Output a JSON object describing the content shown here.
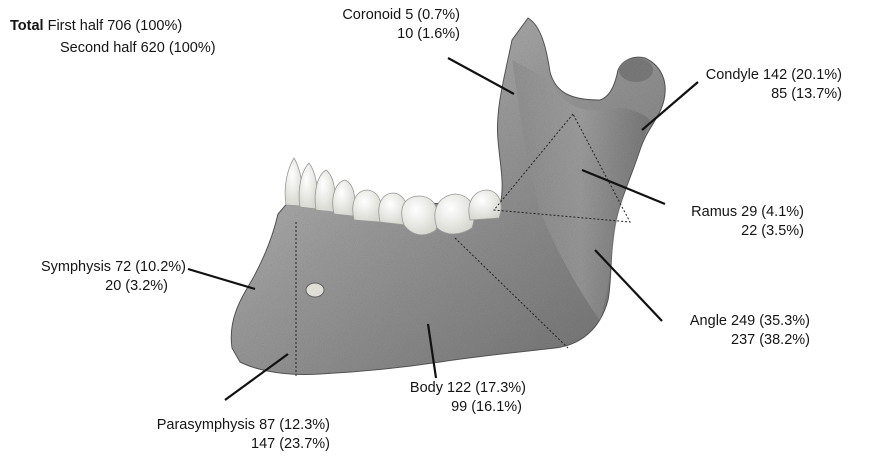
{
  "total": {
    "label": "Total",
    "first_half": "First half 706 (100%)",
    "second_half": "Second half 620 (100%)"
  },
  "regions": {
    "coronoid": {
      "line1": "Coronoid 5 (0.7%)",
      "line2": "10 (1.6%)"
    },
    "condyle": {
      "line1": "Condyle 142 (20.1%)",
      "line2": "85 (13.7%)"
    },
    "ramus": {
      "line1": "Ramus 29 (4.1%)",
      "line2": "22 (3.5%)"
    },
    "symphysis": {
      "line1": "Symphysis 72 (10.2%)",
      "line2": "20 (3.2%)"
    },
    "angle": {
      "line1": "Angle 249 (35.3%)",
      "line2": "237 (38.2%)"
    },
    "body": {
      "line1": "Body 122 (17.3%)",
      "line2": "99 (16.1%)"
    },
    "parasymphysis": {
      "line1": "Parasymphysis 87 (12.3%)",
      "line2": "147 (23.7%)"
    }
  },
  "colors": {
    "bone_light": "#b9b9b9",
    "bone_mid": "#8f8f8f",
    "bone_dark": "#5a5a5a",
    "teeth": "#f2f2ee",
    "leader_line": "#111111"
  }
}
